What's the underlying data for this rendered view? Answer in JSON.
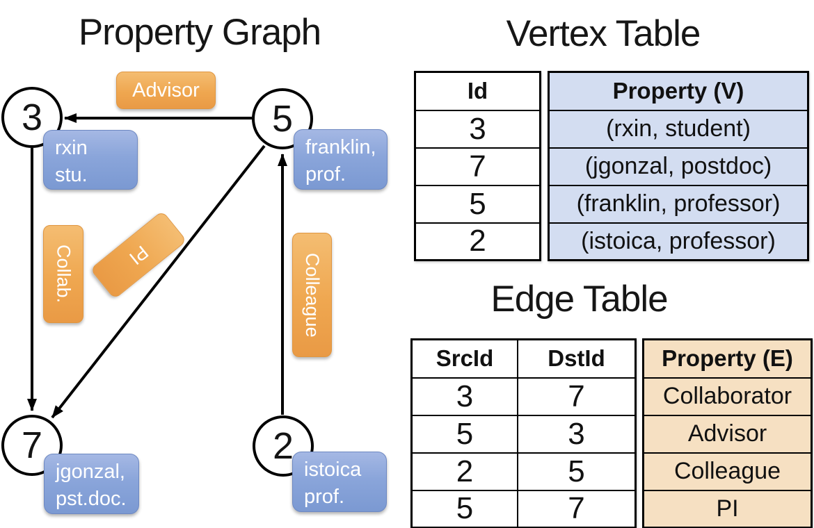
{
  "graph": {
    "title": "Property Graph",
    "nodes": [
      {
        "id": "3",
        "property_line1": "rxin",
        "property_line2": "stu."
      },
      {
        "id": "5",
        "property_line1": "franklin,",
        "property_line2": "prof."
      },
      {
        "id": "7",
        "property_line1": "jgonzal,",
        "property_line2": "pst.doc."
      },
      {
        "id": "2",
        "property_line1": "istoica",
        "property_line2": "prof."
      }
    ],
    "edges": [
      {
        "from": "5",
        "to": "3",
        "label": "Advisor"
      },
      {
        "from": "3",
        "to": "7",
        "label": "Collab."
      },
      {
        "from": "5",
        "to": "7",
        "label": "PI"
      },
      {
        "from": "2",
        "to": "5",
        "label": "Colleague"
      }
    ]
  },
  "vertex_table": {
    "title": "Vertex Table",
    "columns": {
      "id": "Id",
      "property": "Property (V)"
    },
    "rows": [
      {
        "id": "3",
        "property": "(rxin, student)"
      },
      {
        "id": "7",
        "property": "(jgonzal, postdoc)"
      },
      {
        "id": "5",
        "property": "(franklin, professor)"
      },
      {
        "id": "2",
        "property": "(istoica, professor)"
      }
    ]
  },
  "edge_table": {
    "title": "Edge Table",
    "columns": {
      "src": "SrcId",
      "dst": "DstId",
      "property": "Property (E)"
    },
    "rows": [
      {
        "src": "3",
        "dst": "7",
        "property": "Collaborator"
      },
      {
        "src": "5",
        "dst": "3",
        "property": "Advisor"
      },
      {
        "src": "2",
        "dst": "5",
        "property": "Colleague"
      },
      {
        "src": "5",
        "dst": "7",
        "property": "PI"
      }
    ]
  },
  "colors": {
    "edge_label_orange": "#efa750",
    "node_property_blue": "#8aa5da",
    "vertex_table_fill": "#d3ddf1",
    "edge_table_fill": "#f6e0c2",
    "line_black": "#000000"
  }
}
